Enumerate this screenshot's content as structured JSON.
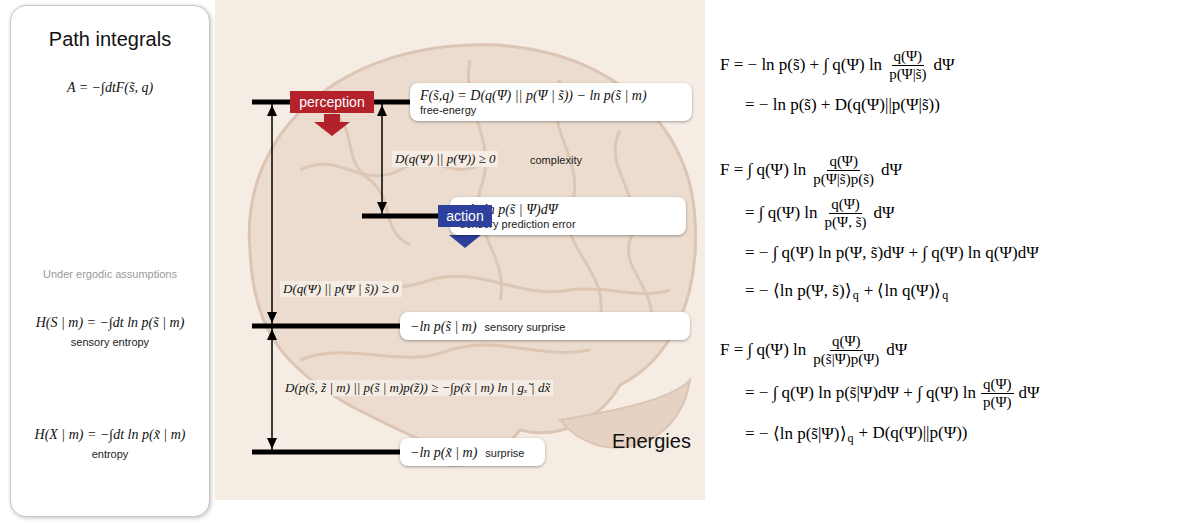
{
  "diagram": {
    "nodes": [
      {
        "text": [
          "Path integrals",
          "A = −∫dtF(s̃, q)",
          "Under ergodic assumptions",
          "H(S | m) = −∫dt ln p(s̃ | m)",
          "sensory entropy",
          "H(X | m) = −∫dt ln p(x̃ | m)",
          "entropy"
        ]
      },
      {
        "text": [
          "F(s̃,q) = D(q(Ψ) || p(Ψ | s̃)) − ln p(s̃ | m)",
          "free-energy"
        ]
      },
      {
        "text": [
          "perception"
        ]
      },
      {
        "text": [
          "−∫q ln p(s̃ | Ψ)dΨ",
          "sensory prediction error"
        ]
      },
      {
        "text": [
          "action"
        ]
      },
      {
        "text": [
          "−ln p(s̃ | m)",
          "sensory surprise"
        ]
      },
      {
        "text": [
          "−ln p(x̃ | m)",
          "surprise"
        ]
      }
    ],
    "edges": [
      {
        "from": 1,
        "to": 5,
        "arrow": "both",
        "label": "D(q(Ψ) || p(Ψ | s̃)) ≥ 0"
      },
      {
        "from": 1,
        "to": 3,
        "arrow": "both",
        "label": "D(q(Ψ) || p(Ψ)) ≥ 0"
      },
      {
        "from": 5,
        "to": 6,
        "arrow": "both",
        "label": "D(p(s̃, z̃ | m) || p(s̃ | m)p(z̃)) ≥ −∫p(x̃ | m) ln | gₓ̃ | dx̃"
      }
    ],
    "labels": [
      "complexity",
      "Energies",
      "F = − ln p(s̃) + ∫ q(Ψ) ln",
      "q(Ψ)",
      "p(Ψ|s̃)",
      "dΨ",
      "= − ln p(s̃) + D(q(Ψ)||p(Ψ|s̃))",
      "F = ∫ q(Ψ) ln",
      "q(Ψ)",
      "p(Ψ|s̃)p(s̃)",
      "dΨ",
      "= ∫ q(Ψ) ln",
      "q(Ψ)",
      "p(Ψ, s̃)",
      "dΨ",
      "= − ∫ q(Ψ) ln p(Ψ, s̃)dΨ + ∫ q(Ψ) ln q(Ψ)dΨ",
      "= − ⟨ln p(Ψ, s̃)⟩",
      "q",
      "+ ⟨ln q(Ψ)⟩",
      "q",
      "F = ∫ q(Ψ) ln",
      "q(Ψ)",
      "p(s̃|Ψ)p(Ψ)",
      "dΨ",
      "= − ∫ q(Ψ) ln p(s̃|Ψ)dΨ + ∫ q(Ψ) ln",
      "q(Ψ)",
      "p(Ψ)",
      "dΨ",
      "= − ⟨ln p(s̃|Ψ)⟩",
      "q",
      "+ D(q(Ψ)||p(Ψ))"
    ]
  }
}
